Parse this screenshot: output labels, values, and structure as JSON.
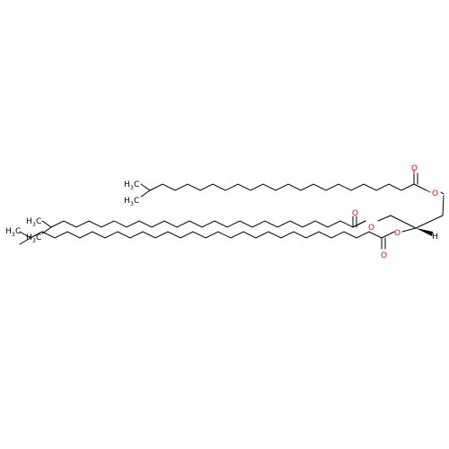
{
  "molecule": {
    "atom_labels": {
      "oxygen": "O",
      "hydrogen": "H",
      "carbon": "C",
      "methyl_h": "H",
      "methyl_sub": "3"
    },
    "colors": {
      "bond": "#000000",
      "oxygen": "#ff0000",
      "background": "#ffffff"
    }
  }
}
